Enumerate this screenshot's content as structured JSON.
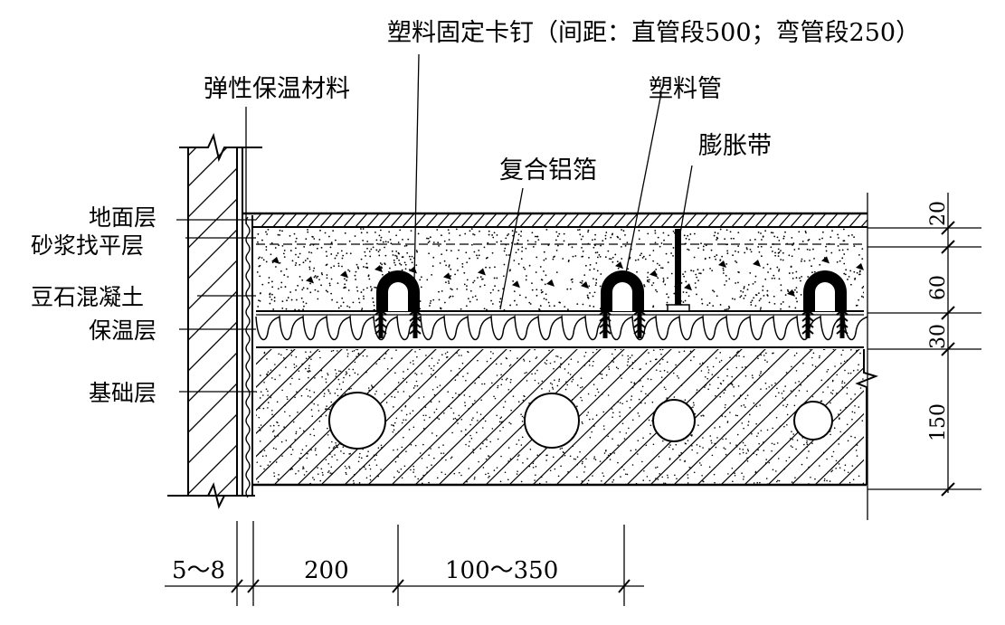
{
  "labels": {
    "clip": "塑料固定卡钉（间距：直管段500；弯管段250）",
    "elastic_insulation": "弹性保温材料",
    "pipe": "塑料管",
    "expansion_strip": "膨胀带",
    "aluminum_foil": "复合铝箔",
    "floor_surface": "地面层",
    "mortar_layer": "砂浆找平层",
    "pea_gravel_concrete": "豆石混凝土",
    "insulation_layer": "保温层",
    "base_layer": "基础层"
  },
  "dimensions": {
    "horizontal": [
      "5～8",
      "200",
      "100～350"
    ],
    "vertical": [
      "20",
      "60",
      "30",
      "150"
    ]
  },
  "colors": {
    "ink": "#000000",
    "paper": "#ffffff"
  }
}
